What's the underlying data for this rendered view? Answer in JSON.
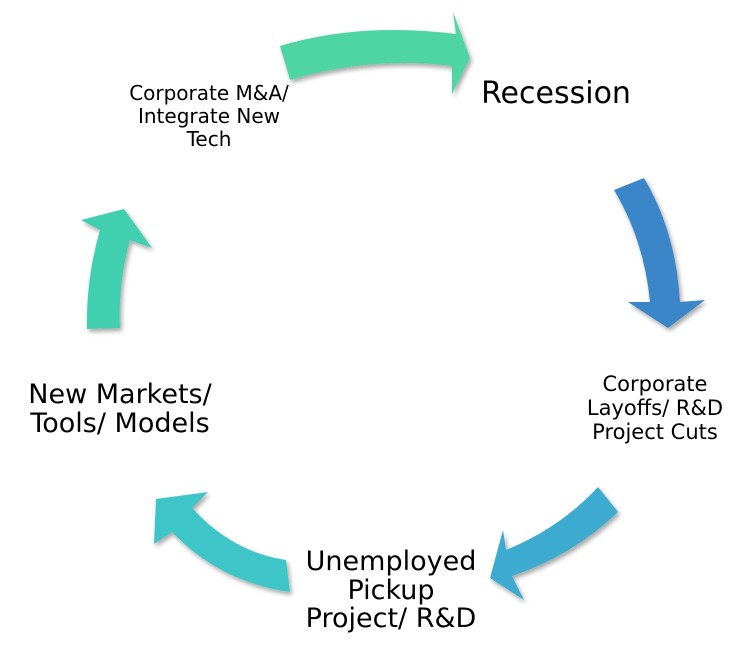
{
  "diagram": {
    "type": "cycle",
    "nodes": [
      {
        "id": "ma",
        "label": "Corporate M&A/\nIntegrate New\nTech"
      },
      {
        "id": "recession",
        "label": "Recession"
      },
      {
        "id": "layoffs",
        "label": "Corporate\nLayoffs/ R&D\nProject Cuts"
      },
      {
        "id": "unemployed",
        "label": "Unemployed\nPickup\nProject/ R&D"
      },
      {
        "id": "new_markets",
        "label": "New Markets/\nTools/ Models"
      }
    ],
    "arrows": [
      {
        "from": "ma",
        "to": "recession",
        "color": "#4fd4a4"
      },
      {
        "from": "recession",
        "to": "layoffs",
        "color": "#3a86c9"
      },
      {
        "from": "layoffs",
        "to": "unemployed",
        "color": "#3eaad0"
      },
      {
        "from": "unemployed",
        "to": "new_markets",
        "color": "#3cc5c8"
      },
      {
        "from": "new_markets",
        "to": "ma",
        "color": "#41d0b0"
      }
    ]
  }
}
